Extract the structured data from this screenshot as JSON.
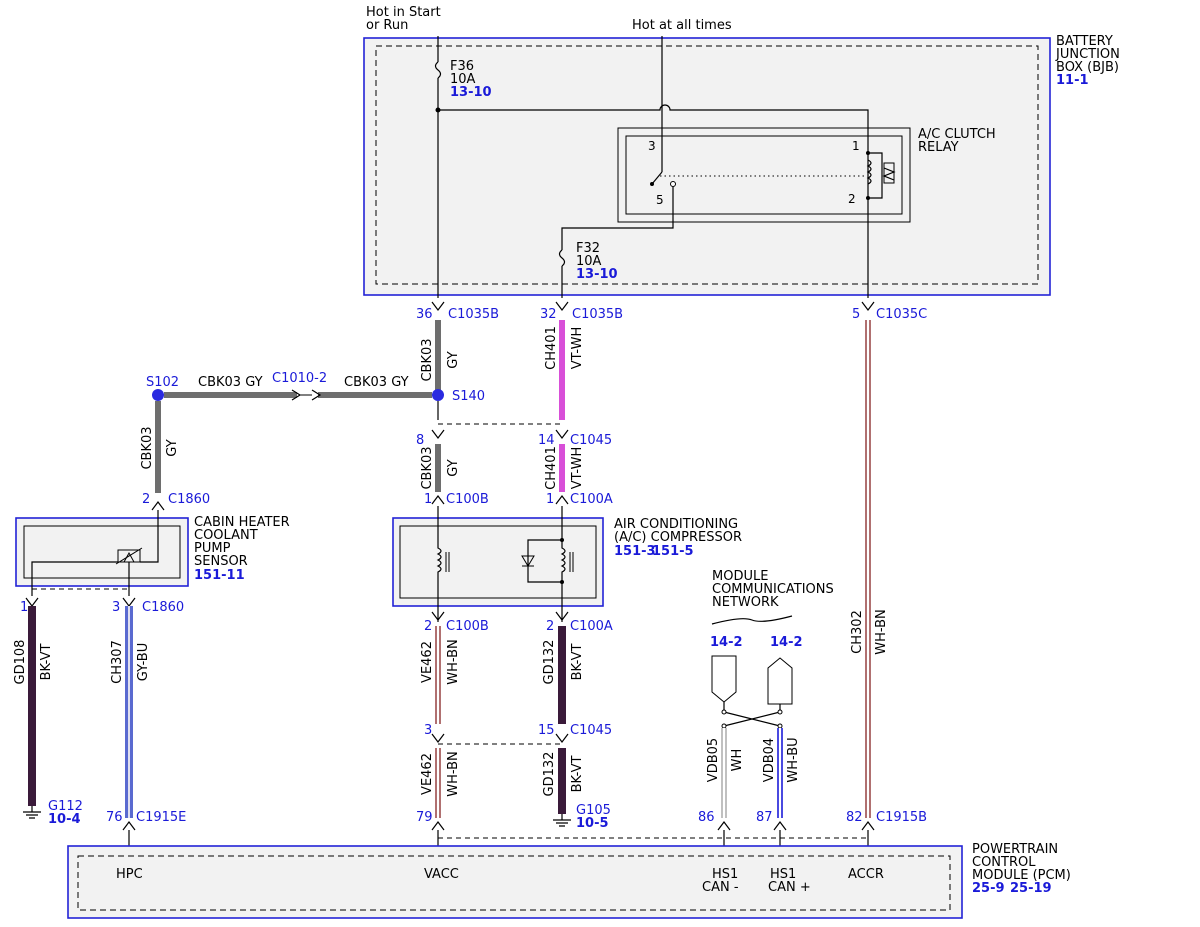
{
  "sources": {
    "hot_start_run_line1": "Hot in Start",
    "hot_start_run_line2": "or Run",
    "hot_all_times": "Hot at all times"
  },
  "bjb": {
    "title_line1": "BATTERY",
    "title_line2": "JUNCTION",
    "title_line3": "BOX (BJB)",
    "ref": "11-1",
    "fuse_f36": {
      "name": "F36",
      "rating": "10A",
      "ref": "13-10"
    },
    "fuse_f32": {
      "name": "F32",
      "rating": "10A",
      "ref": "13-10"
    },
    "relay": {
      "title_line1": "A/C CLUTCH",
      "title_line2": "RELAY",
      "pin1": "1",
      "pin2": "2",
      "pin3": "3",
      "pin5": "5"
    }
  },
  "connectors": {
    "c1035b_36": {
      "pin": "36",
      "name": "C1035B"
    },
    "c1035b_32": {
      "pin": "32",
      "name": "C1035B"
    },
    "c1035c_5": {
      "pin": "5",
      "name": "C1035C"
    },
    "c1045_8": {
      "pin": "8"
    },
    "c1045_14": {
      "pin": "14",
      "name": "C1045"
    },
    "c100b_1": {
      "pin": "1",
      "name": "C100B"
    },
    "c100a_1": {
      "pin": "1",
      "name": "C100A"
    },
    "c100b_2": {
      "pin": "2",
      "name": "C100B"
    },
    "c100a_2": {
      "pin": "2",
      "name": "C100A"
    },
    "c1045_3": {
      "pin": "3"
    },
    "c1045_15": {
      "pin": "15",
      "name": "C1045"
    },
    "c1860_2": {
      "pin": "2",
      "name": "C1860"
    },
    "c1860_1": {
      "pin": "1"
    },
    "c1860_3": {
      "pin": "3",
      "name": "C1860"
    },
    "c1010": {
      "name": "C1010-2"
    },
    "c1915e_76": {
      "pin": "76",
      "name": "C1915E"
    },
    "pcm_79": {
      "pin": "79"
    },
    "pcm_86": {
      "pin": "86"
    },
    "pcm_87": {
      "pin": "87"
    },
    "c1915b_82": {
      "pin": "82",
      "name": "C1915B"
    }
  },
  "splices": {
    "s102": "S102",
    "s140": "S140"
  },
  "wires": {
    "cbk03_horiz_left": "CBK03  GY",
    "cbk03_horiz_right": "CBK03  GY",
    "cbk03": "CBK03",
    "gy": "GY",
    "ch401": "CH401",
    "vt_wh": "VT-WH",
    "gd108": "GD108",
    "bk_vt": "BK-VT",
    "ch307": "CH307",
    "gy_bu": "GY-BU",
    "ve462": "VE462",
    "wh_bn": "WH-BN",
    "gd132": "GD132",
    "vdb05": "VDB05",
    "wh": "WH",
    "vdb04": "VDB04",
    "wh_bu": "WH-BU",
    "ch302": "CH302"
  },
  "wire_colors": {
    "gy": "#6e6e6e",
    "vt_wh": "#d84fd8",
    "bk_vt": "#3a1a3a",
    "gy_bu": "#5a6ad0",
    "wh_bn": "#b07070",
    "wh_bu": "#4a4ae0",
    "wh": "#c0c0c0"
  },
  "cabin_sensor": {
    "line1": "CABIN HEATER",
    "line2": "COOLANT",
    "line3": "PUMP",
    "line4": "SENSOR",
    "ref": "151-11"
  },
  "compressor": {
    "line1": "AIR CONDITIONING",
    "line2": "(A/C) COMPRESSOR",
    "ref1": "151-3",
    "ref2": "151-5"
  },
  "network": {
    "line1": "MODULE",
    "line2": "COMMUNICATIONS",
    "line3": "NETWORK",
    "ref_left": "14-2",
    "ref_right": "14-2"
  },
  "grounds": {
    "g112": {
      "name": "G112",
      "ref": "10-4"
    },
    "g105": {
      "name": "G105",
      "ref": "10-5"
    }
  },
  "pcm": {
    "line1": "POWERTRAIN",
    "line2": "CONTROL",
    "line3": "MODULE (PCM)",
    "ref1": "25-9",
    "ref2": "25-19",
    "pin_hpc": "HPC",
    "pin_vacc": "VACC",
    "pin_hs1_minus_1": "HS1",
    "pin_hs1_minus_2": "CAN -",
    "pin_hs1_plus_1": "HS1",
    "pin_hs1_plus_2": "CAN +",
    "pin_accr": "ACCR"
  }
}
